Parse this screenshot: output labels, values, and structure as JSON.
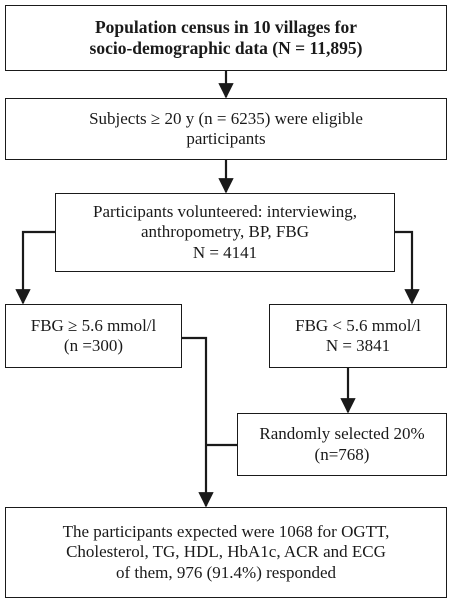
{
  "boxes": {
    "census": {
      "lines": [
        "Population census in 10 villages for",
        "socio-demographic data (N = 11,895)"
      ]
    },
    "eligible": {
      "lines": [
        "Subjects ≥ 20 y (n = 6235) were eligible",
        "participants"
      ]
    },
    "volunteered": {
      "lines": [
        "Participants volunteered: interviewing,",
        "anthropometry, BP, FBG",
        "N = 4141"
      ]
    },
    "fbg_high": {
      "lines": [
        "FBG ≥ 5.6 mmol/l",
        "(n =300)"
      ]
    },
    "fbg_low": {
      "lines": [
        "FBG < 5.6 mmol/l",
        "N = 3841"
      ]
    },
    "random": {
      "lines": [
        "Randomly selected 20%",
        "(n=768)"
      ]
    },
    "expected": {
      "lines": [
        "The participants expected were 1068 for OGTT,",
        "Cholesterol, TG, HDL, HbA1c, ACR and ECG",
        "of them, 976 (91.4%) responded"
      ]
    }
  },
  "colors": {
    "line": "#1a1a1a",
    "background": "#ffffff"
  }
}
